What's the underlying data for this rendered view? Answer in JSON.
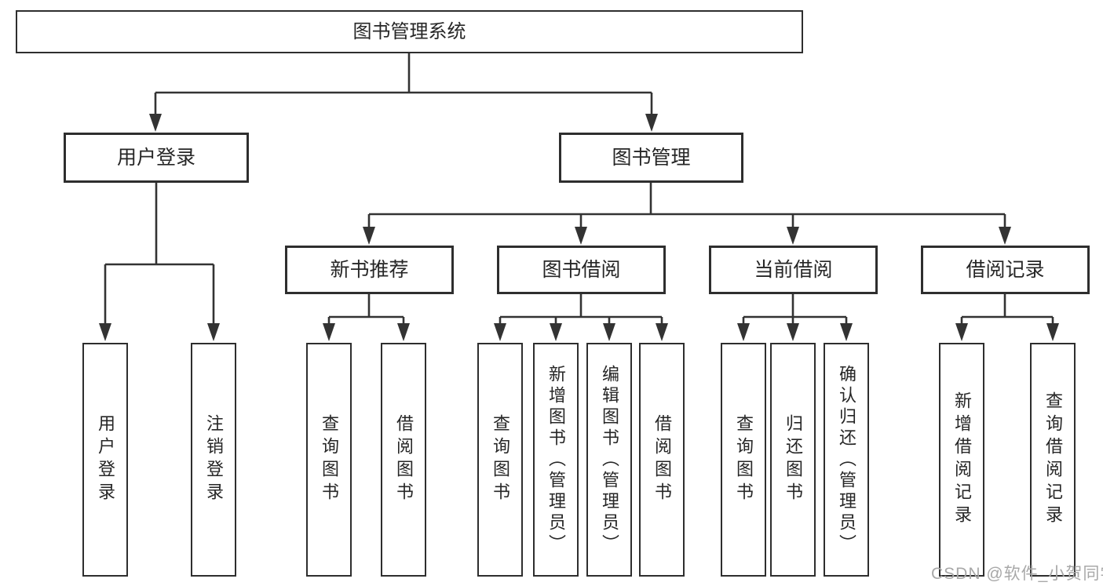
{
  "nodes": {
    "root": "图书管理系统",
    "user_login": "用户登录",
    "book_management": "图书管理",
    "new_book_recommend": "新书推荐",
    "book_borrow": "图书借阅",
    "current_borrow": "当前借阅",
    "borrow_records": "借阅记录",
    "login_user_login": "用户登录",
    "login_logout": "注销登录",
    "nbr_query_books": "查询图书",
    "nbr_borrow_books": "借阅图书",
    "bb_query_books": "查询图书",
    "bb_add_books": "新增图书（管理员）",
    "bb_edit_books": "编辑图书（管理员）",
    "bb_borrow_books": "借阅图书",
    "cb_query_books": "查询图书",
    "cb_return_books": "归还图书",
    "cb_confirm_return": "确认归还（管理员）",
    "br_add_record": "新增借阅记录",
    "br_query_record": "查询借阅记录"
  },
  "watermark": {
    "text": "CSDN @软件_小贺同学"
  },
  "colors": {
    "line": "#333333",
    "box_border": "#2e2e2e",
    "text": "#262626",
    "watermark": "#a8a8a8",
    "background": "#ffffff"
  }
}
